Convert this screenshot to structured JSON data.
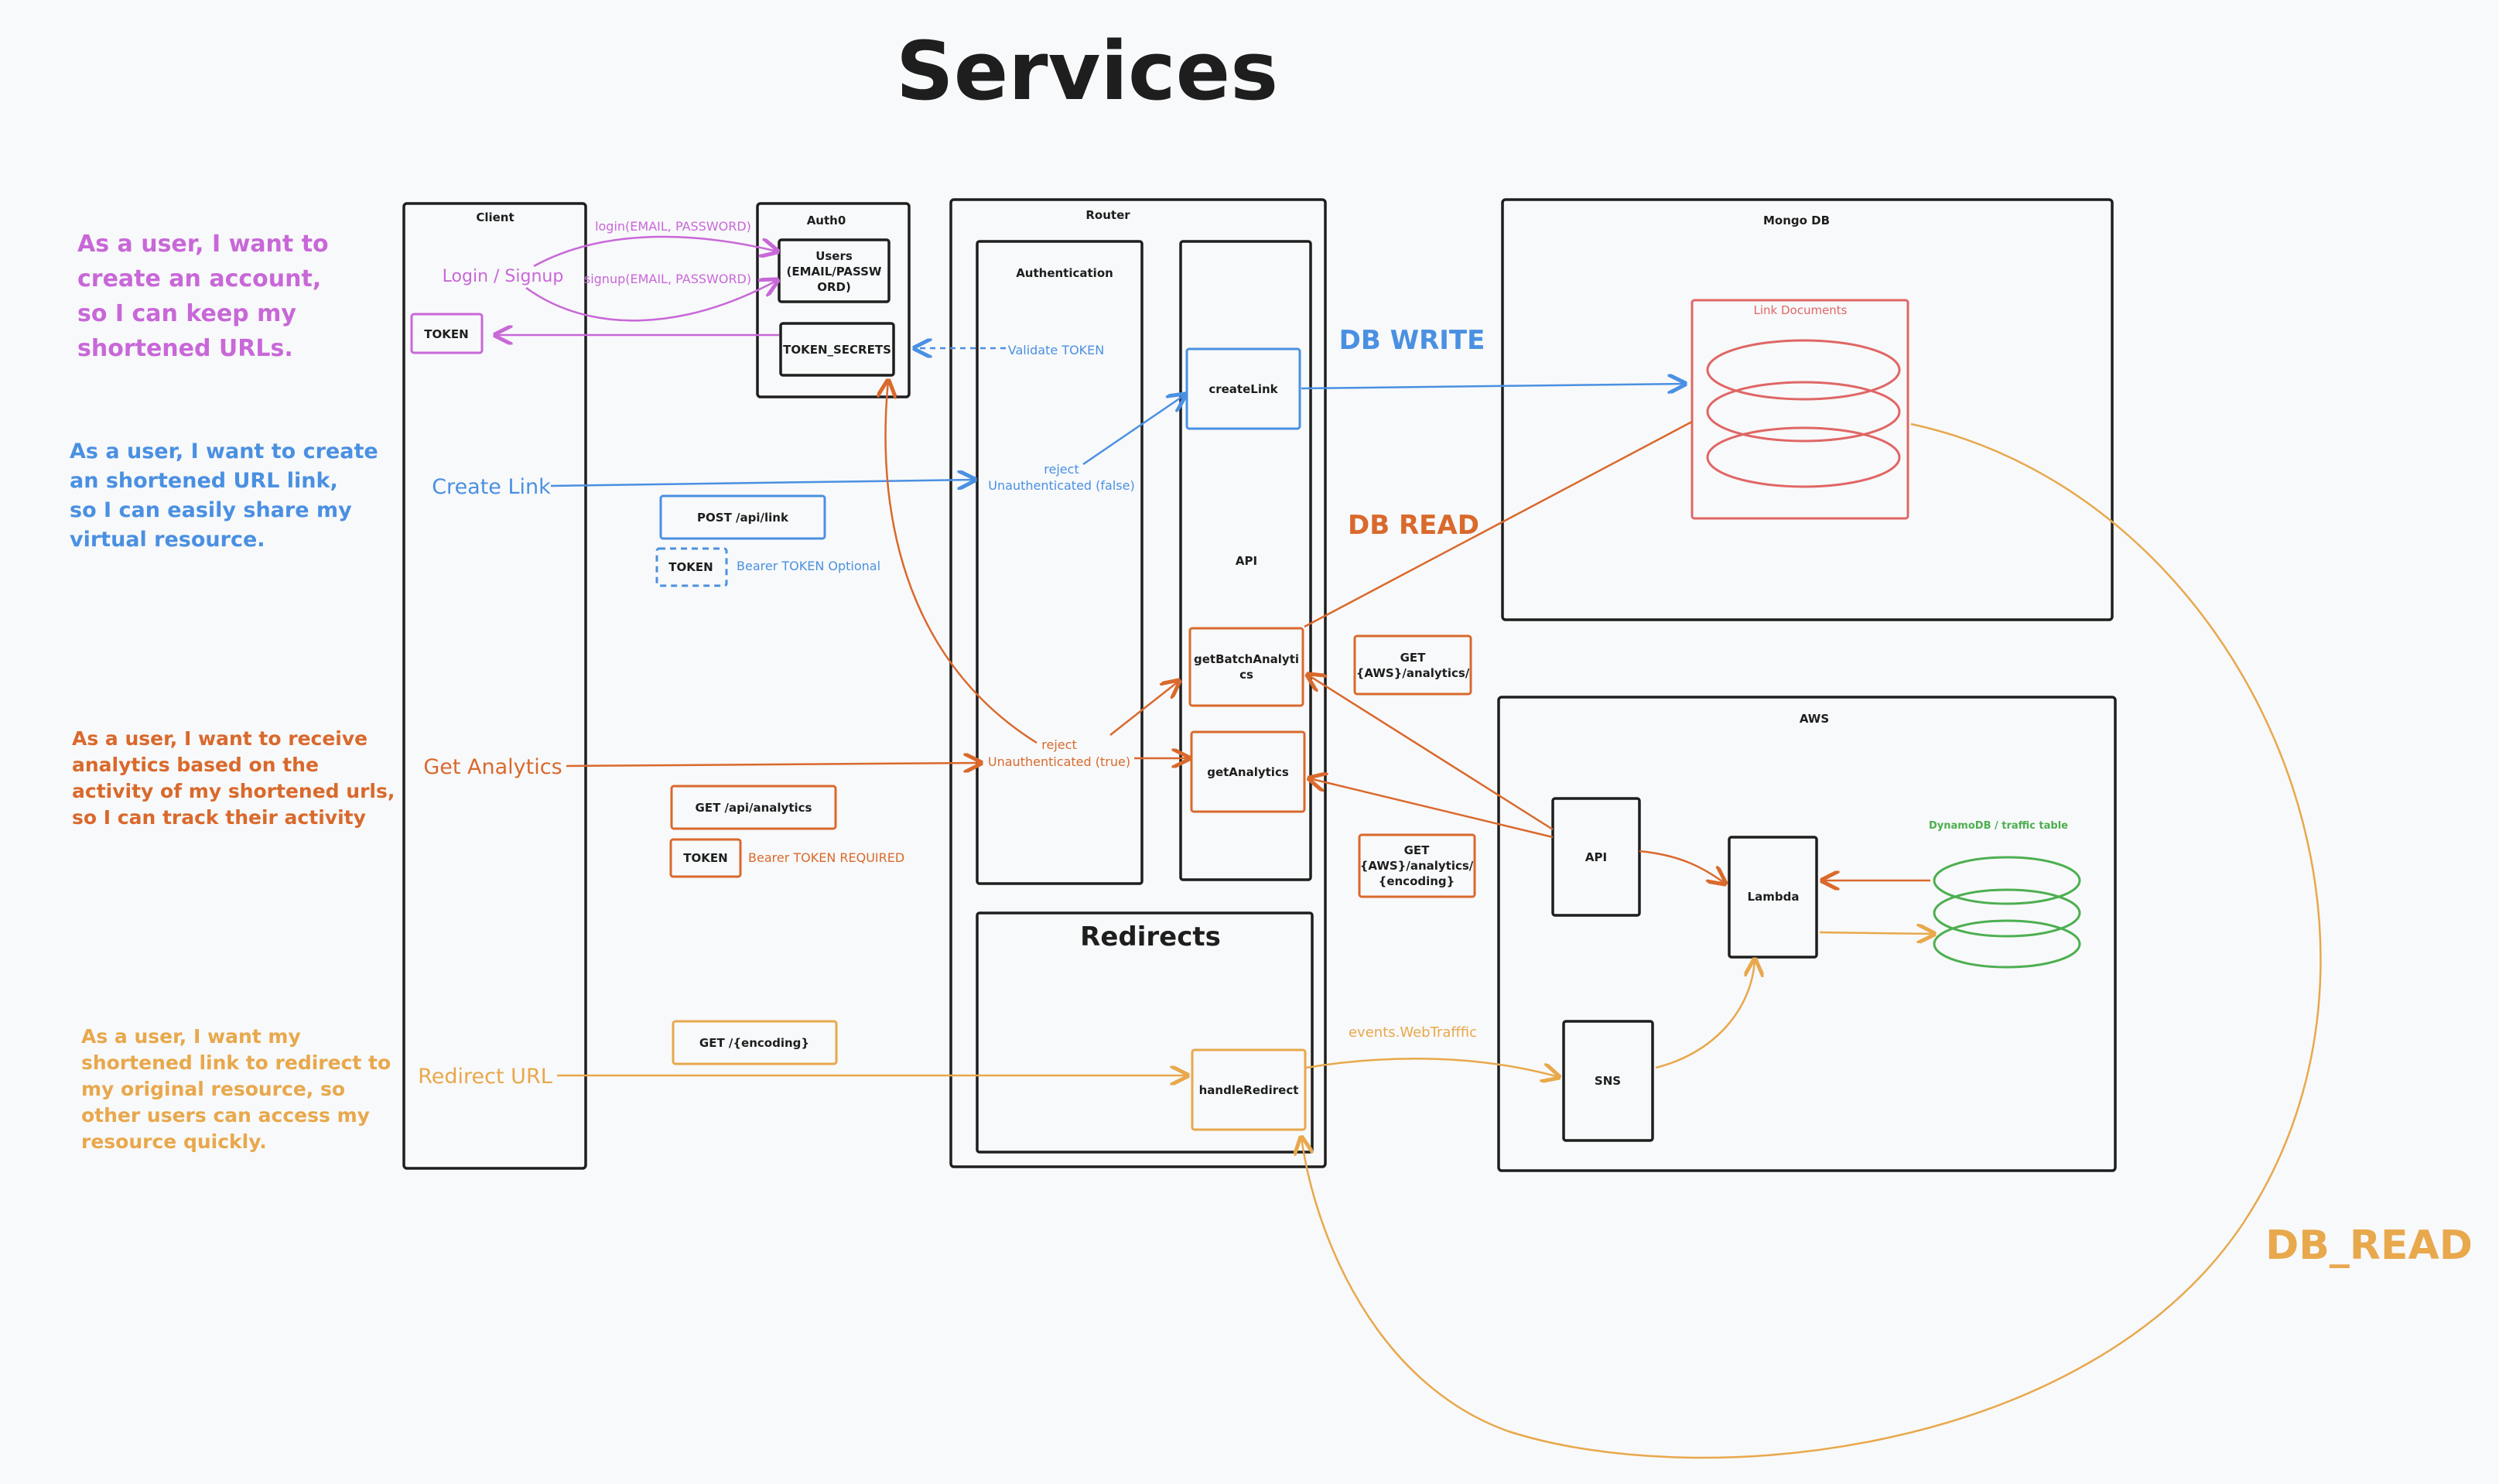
{
  "title": "Services",
  "colors": {
    "purple": "#c868d8",
    "blue": "#4a90e2",
    "orange": "#d9692c",
    "yellow": "#e8a84c",
    "red": "#e06666",
    "green": "#4caf50",
    "ink": "#1e1e1e"
  },
  "stories": {
    "account": [
      "As a user, I want to",
      "create an account,",
      "so I can keep my",
      "shortened URLs."
    ],
    "create": [
      "As a user, I want to create",
      "an shortened URL link,",
      "so I can easily share my",
      "virtual resource."
    ],
    "analytics": [
      "As a user, I want to receive",
      "analytics based on the",
      "activity of my shortened urls,",
      "so I can track their activity"
    ],
    "redirect": [
      "As a user, I want my",
      "shortened link to redirect to",
      "my original resource, so",
      "other users can access my",
      "resource quickly."
    ]
  },
  "client": {
    "title": "Client",
    "login": "Login / Signup",
    "token": "TOKEN",
    "create_link": "Create Link",
    "get_analytics": "Get Analytics",
    "redirect_url": "Redirect URL"
  },
  "auth0": {
    "title": "Auth0",
    "users": [
      "Users",
      "(EMAIL/PASSW",
      "ORD)"
    ],
    "token_secrets": "TOKEN_SECRETS"
  },
  "router": {
    "title": "Router",
    "authentication": "Authentication",
    "api": "API",
    "create_link": "createLink",
    "get_batch": [
      "getBatchAnalyti",
      "cs"
    ],
    "get_analytics": "getAnalytics",
    "redirects": "Redirects",
    "handle_redirect": "handleRedirect"
  },
  "mongo": {
    "title": "Mongo DB",
    "link_docs": "Link Documents"
  },
  "aws": {
    "title": "AWS",
    "api": "API",
    "lambda": "Lambda",
    "sns": "SNS",
    "dynamo": "DynamoDB / traffic table"
  },
  "labels": {
    "login_call": "login(EMAIL, PASSWORD)",
    "signup_call": "signup(EMAIL, PASSWORD)",
    "validate_token": "Validate TOKEN",
    "reject_false": [
      "reject",
      "Unauthenticated (false)"
    ],
    "reject_true": [
      "reject",
      "Unauthenticated (true)"
    ],
    "post_link": "POST /api/link",
    "token": "TOKEN",
    "bearer_optional": "Bearer TOKEN Optional",
    "get_analytics": "GET /api/analytics",
    "bearer_required": "Bearer TOKEN REQUIRED",
    "get_encoding": "GET /{encoding}",
    "db_write": "DB WRITE",
    "db_read": "DB READ",
    "db_read2": "DB_READ",
    "aws_analytics": [
      "GET",
      "{AWS}/analytics/"
    ],
    "aws_analytics_enc": [
      "GET",
      "{AWS}/analytics/",
      "{encoding}"
    ],
    "events": "events.WebTrafffic"
  }
}
